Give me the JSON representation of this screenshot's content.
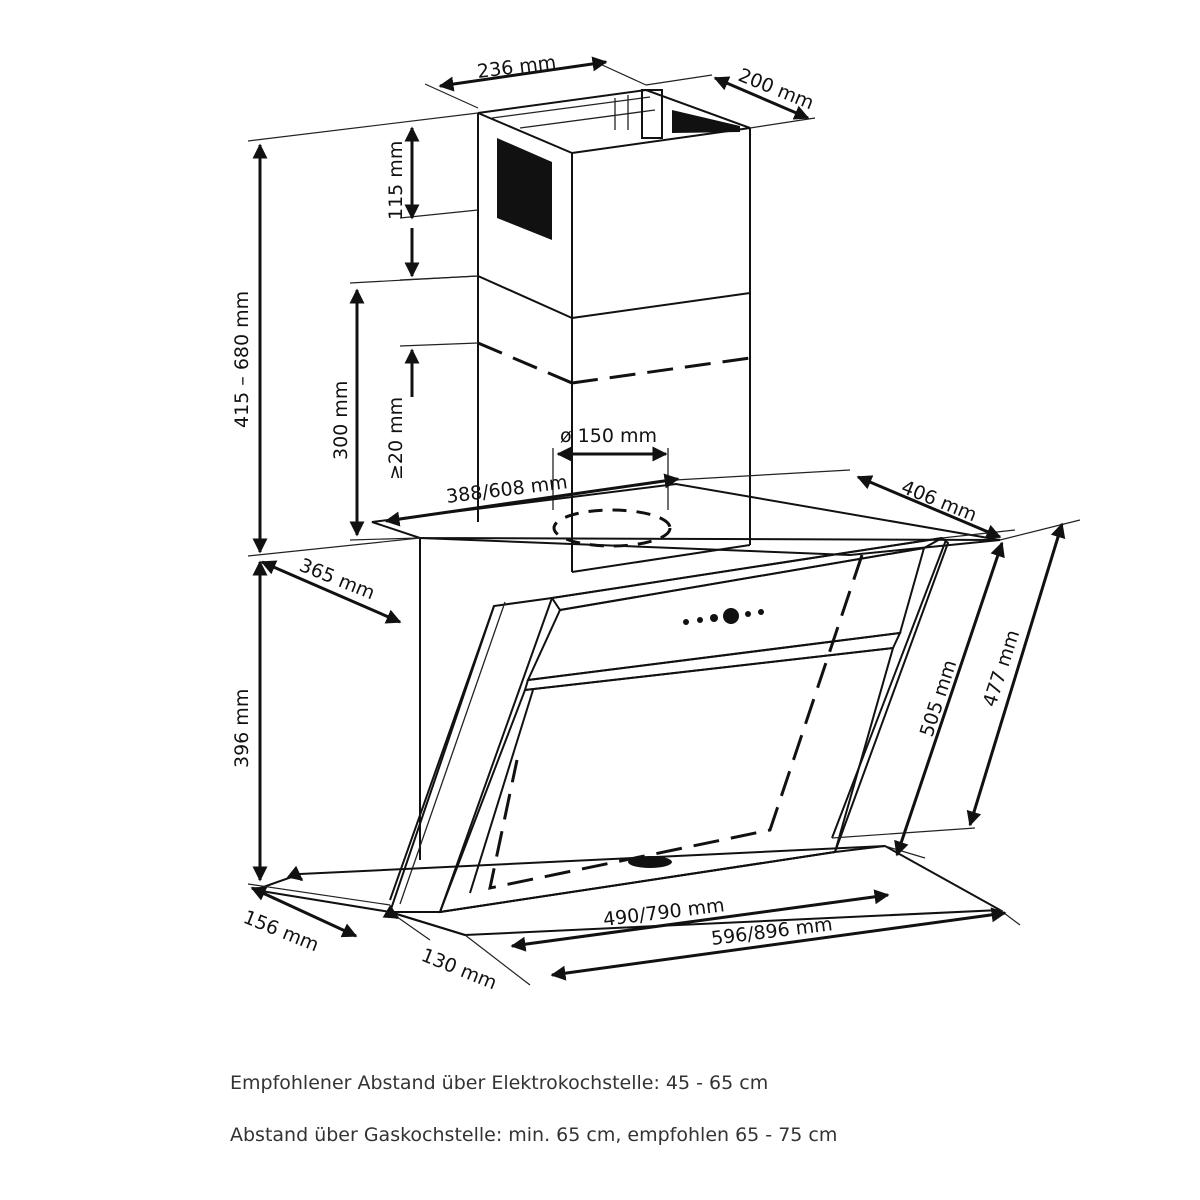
{
  "dimensions": {
    "chimney_width": "236 mm",
    "chimney_depth": "200 mm",
    "top_section": "115 mm",
    "min_gap": "≥20 mm",
    "lower_section": "300 mm",
    "chimney_height_range": "415 – 680 mm",
    "duct_diameter": "ø 150 mm",
    "hood_top_width": "388/608 mm",
    "hood_depth_top": "406 mm",
    "hood_depth_side": "365 mm",
    "hood_height": "396 mm",
    "glass_height": "505 mm",
    "hood_slant_height": "477 mm",
    "inner_width": "490/790 mm",
    "total_width": "596/896 mm",
    "base_depth": "156 mm",
    "bottom_depth": "130 mm"
  },
  "notes": {
    "line1": "Empfohlener Abstand über Elektrokochstelle: 45 - 65 cm",
    "line2": "Abstand über Gaskochstelle: min. 65 cm, empfohlen 65 - 75 cm"
  }
}
